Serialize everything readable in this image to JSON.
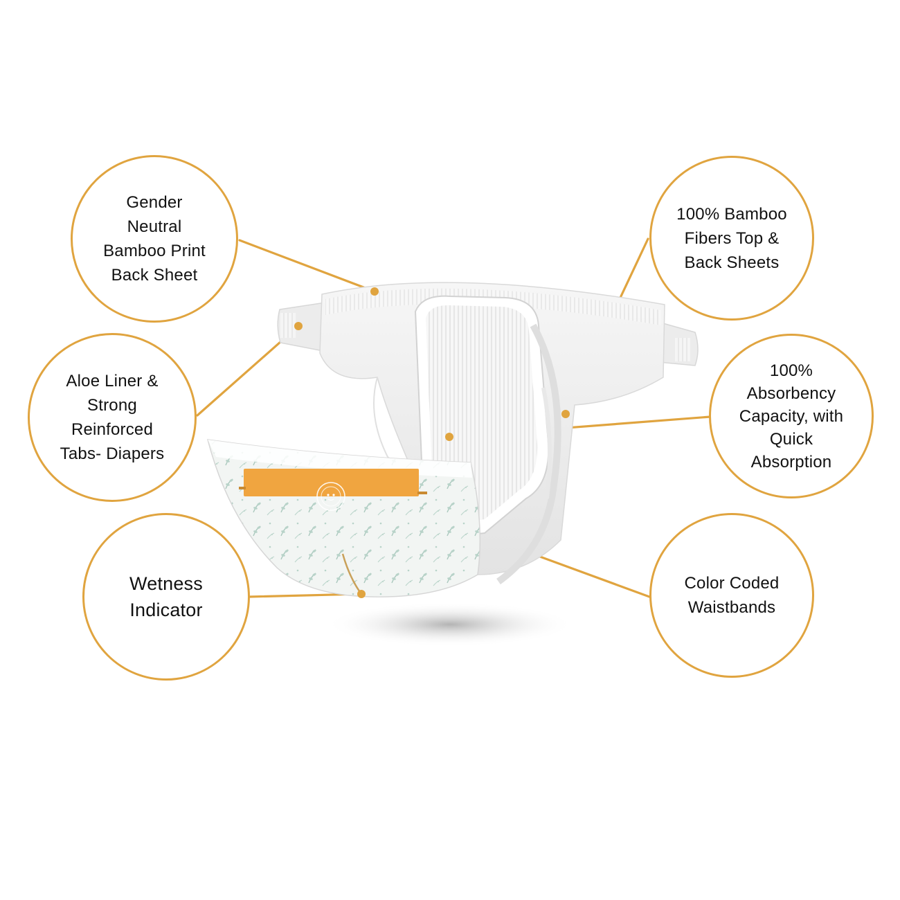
{
  "accent_color": "#e0a43f",
  "callouts": {
    "back_sheet": {
      "lines": [
        "Gender",
        "Neutral",
        "Bamboo Print",
        "Back Sheet"
      ]
    },
    "aloe_liner": {
      "lines": [
        "Aloe Liner &",
        "Strong",
        "Reinforced",
        "Tabs- Diapers"
      ]
    },
    "wetness": {
      "lines": [
        "Wetness",
        "Indicator"
      ]
    },
    "bamboo_fibers": {
      "lines": [
        "100% Bamboo",
        "Fibers Top &",
        "Back Sheets"
      ]
    },
    "absorbency": {
      "lines": [
        "100%",
        "Absorbency",
        "Capacity, with",
        "Quick",
        "Absorption"
      ]
    },
    "waistbands": {
      "lines": [
        "Color Coded",
        "Waistbands"
      ]
    }
  }
}
